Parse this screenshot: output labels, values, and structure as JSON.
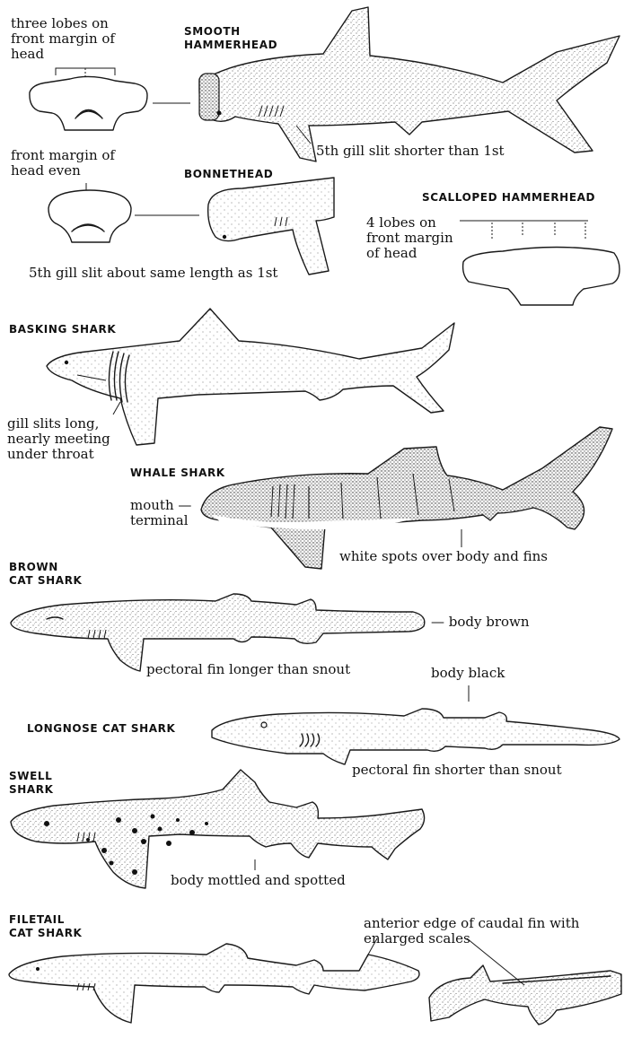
{
  "titles": {
    "smooth_hammerhead": "SMOOTH\nHAMMERHEAD",
    "bonnethead": "BONNETHEAD",
    "scalloped_hammerhead": "SCALLOPED  HAMMERHEAD",
    "basking_shark": "BASKING  SHARK",
    "whale_shark": "WHALE  SHARK",
    "brown_cat_shark": "BROWN\nCAT  SHARK",
    "longnose_cat_shark": "LONGNOSE  CAT  SHARK",
    "swell_shark": "SWELL\nSHARK",
    "filetail_cat_shark": "FILETAIL\nCAT  SHARK"
  },
  "notes": {
    "three_lobes": "three lobes on\nfront margin of\nhead",
    "gill_smooth": "5th gill slit shorter than 1st",
    "front_even": "front margin of\nhead even",
    "gill_bonnet": "5th gill slit about same length as 1st",
    "four_lobes": "4  lobes on\nfront margin\nof head",
    "gill_basking": "gill slits long,\nnearly meeting\nunder throat",
    "mouth_terminal": "mouth —\nterminal",
    "white_spots": "white spots over body and fins",
    "body_brown": "— body brown",
    "pectoral_longer": "pectoral fin longer than snout",
    "body_black": "body black",
    "pectoral_shorter": "pectoral fin shorter than snout",
    "mottled": "body mottled and spotted",
    "caudal_scales": "anterior edge of caudal fin with\nenlarged scales"
  },
  "colors": {
    "ink": "#1a1a1a",
    "paper": "#ffffff"
  }
}
